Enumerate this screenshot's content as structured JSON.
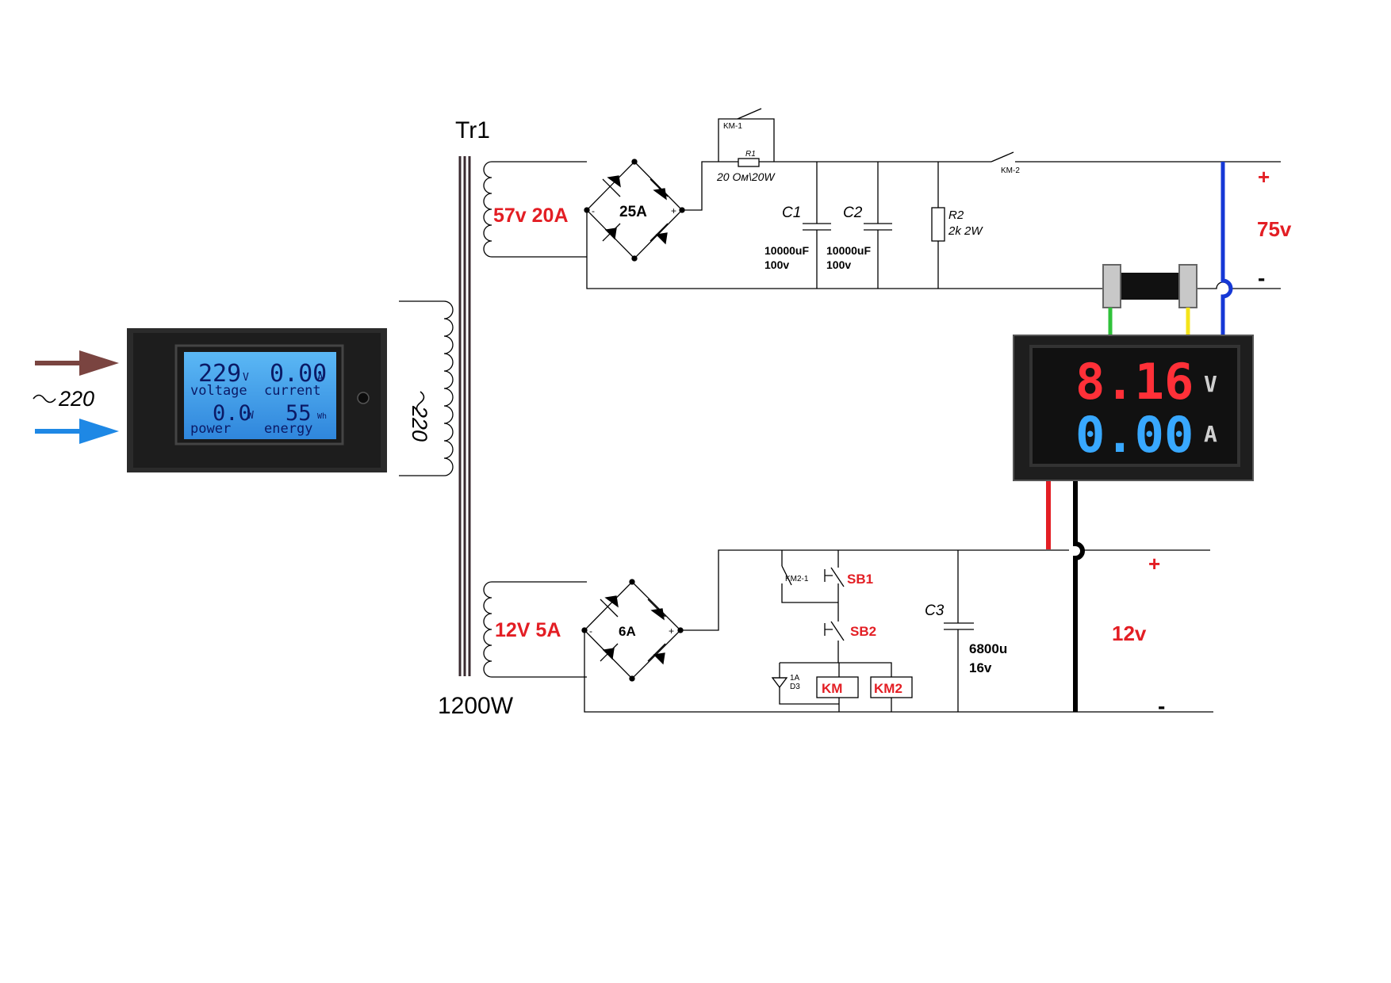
{
  "input_label": "220",
  "transformer": {
    "name": "Tr1",
    "power": "1200W",
    "primary_voltage": "220",
    "secondary_high": "57v 20A",
    "secondary_low": "12V 5A"
  },
  "high_circuit": {
    "bridge_rating": "25A",
    "bridge_minus": "-",
    "bridge_plus": "+",
    "relay_km1": "KM-1",
    "r1_name": "R1",
    "r1_value": "20 Ом\\20W",
    "c1_name": "C1",
    "c1_value": "10000uF",
    "c1_voltage": "100v",
    "c2_name": "C2",
    "c2_value": "10000uF",
    "c2_voltage": "100v",
    "r2_name": "R2",
    "r2_value": "2k 2W",
    "relay_km2": "KM-2",
    "out_plus": "+",
    "out_minus": "-",
    "out_voltage": "75v"
  },
  "low_circuit": {
    "bridge_rating": "6A",
    "bridge_minus": "-",
    "bridge_plus": "+",
    "relay_contact": "KM2-1",
    "sb1": "SB1",
    "sb2": "SB2",
    "diode_rating": "1A",
    "diode_name": "D3",
    "coil_km": "KM",
    "coil_km2": "KM2",
    "c3_name": "C3",
    "c3_value": "6800u",
    "c3_voltage": "16v",
    "out_plus": "+",
    "out_minus": "-",
    "out_voltage": "12v"
  },
  "ac_meter": {
    "voltage_value": "229",
    "voltage_unit": "V",
    "voltage_label": "voltage",
    "current_value": "0.00",
    "current_unit": "A",
    "current_label": "current",
    "power_value": "0.0",
    "power_unit": "W",
    "power_label": "power",
    "energy_value": "55",
    "energy_unit": "Wh",
    "energy_label": "energy"
  },
  "dc_meter": {
    "voltage_reading": "8.16",
    "voltage_unit": "V",
    "current_reading": "0.00",
    "current_unit": "A"
  },
  "colors": {
    "wire_brown": "#7a4440",
    "wire_blue_arrow": "#1e88e5",
    "wire_blue": "#1538d6",
    "wire_green": "#2fc23a",
    "wire_yellow": "#f4e41a",
    "wire_red": "#e31e24",
    "label_red": "#e31e24",
    "lcd_backlight": "#4aa6ee"
  }
}
